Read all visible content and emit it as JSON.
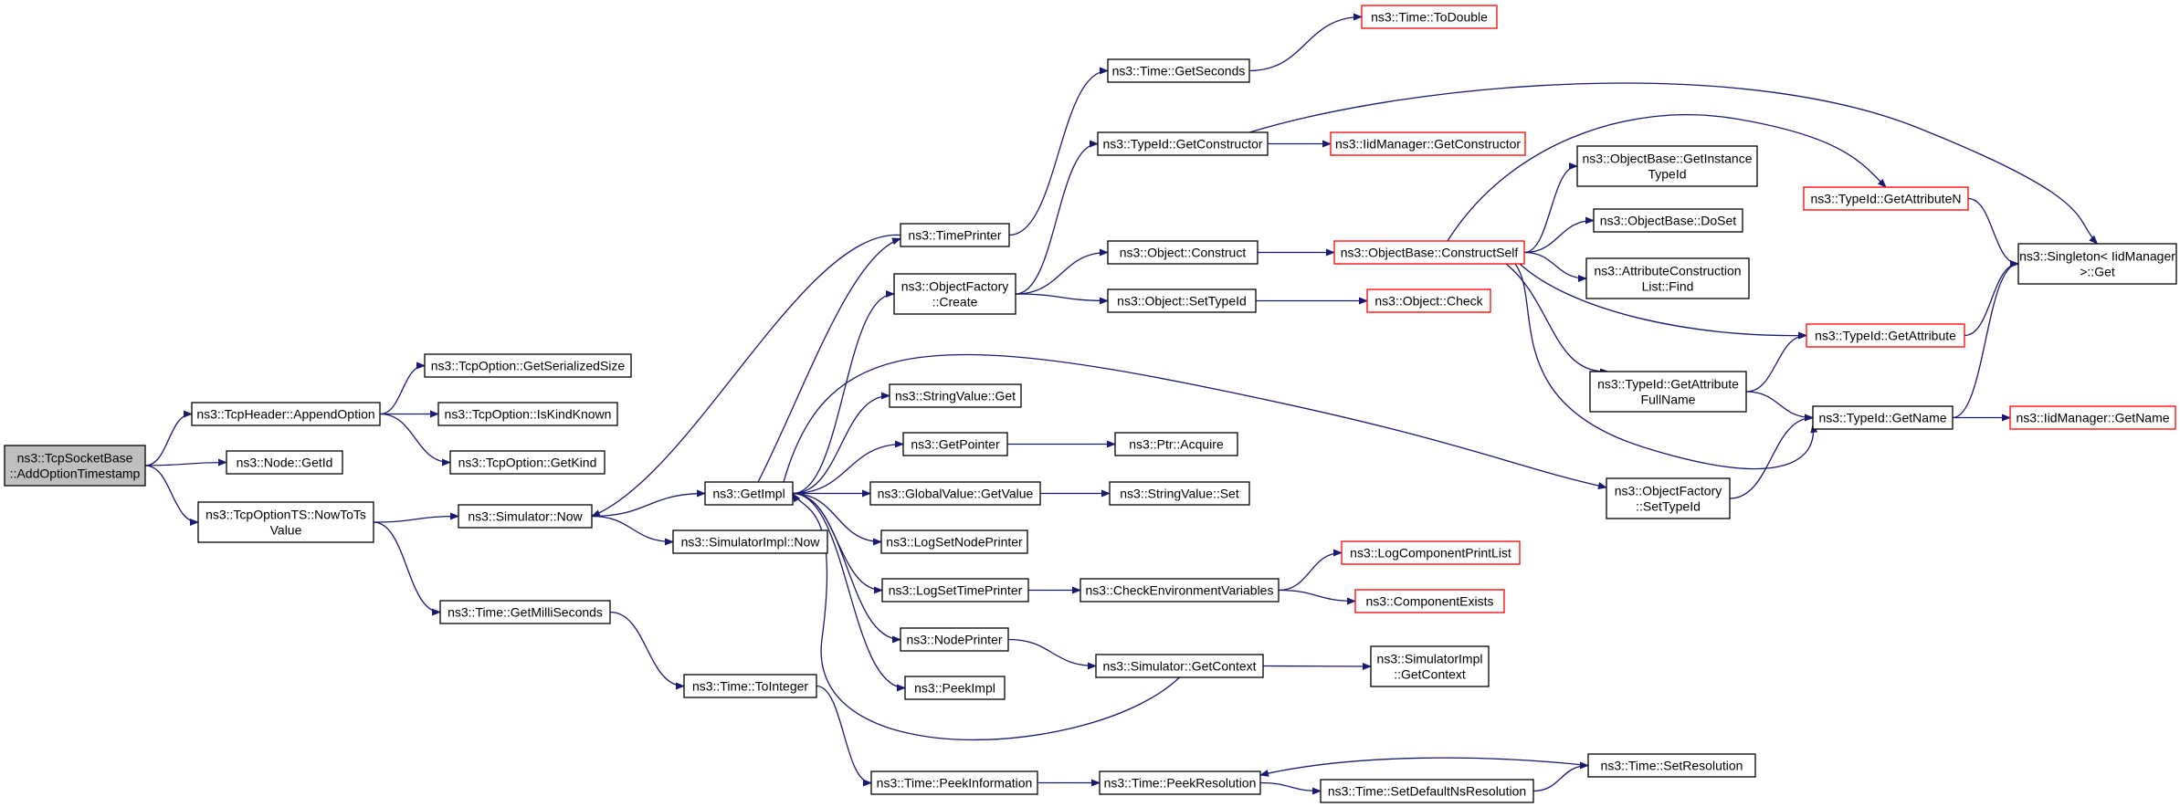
{
  "colors": {
    "edge": "#191970",
    "root_fill": "#bfbfbf",
    "node_border": "#000000",
    "truncated_border": "#ff0000",
    "background": "#ffffff"
  },
  "nodes": [
    {
      "id": "root",
      "lines": [
        "ns3::TcpSocketBase",
        "::AddOptionTimestamp"
      ],
      "style": "root"
    },
    {
      "id": "appendOption",
      "lines": [
        "ns3::TcpHeader::AppendOption"
      ],
      "style": "normal"
    },
    {
      "id": "nodeGetId",
      "lines": [
        "ns3::Node::GetId"
      ],
      "style": "normal"
    },
    {
      "id": "nowToTs",
      "lines": [
        "ns3::TcpOptionTS::NowToTs",
        "Value"
      ],
      "style": "normal"
    },
    {
      "id": "getSerializedSize",
      "lines": [
        "ns3::TcpOption::GetSerializedSize"
      ],
      "style": "normal"
    },
    {
      "id": "isKindKnown",
      "lines": [
        "ns3::TcpOption::IsKindKnown"
      ],
      "style": "normal"
    },
    {
      "id": "getKind",
      "lines": [
        "ns3::TcpOption::GetKind"
      ],
      "style": "normal"
    },
    {
      "id": "simNow",
      "lines": [
        "ns3::Simulator::Now"
      ],
      "style": "normal"
    },
    {
      "id": "getMilliSeconds",
      "lines": [
        "ns3::Time::GetMilliSeconds"
      ],
      "style": "normal"
    },
    {
      "id": "toInteger",
      "lines": [
        "ns3::Time::ToInteger"
      ],
      "style": "normal"
    },
    {
      "id": "getImpl",
      "lines": [
        "ns3::GetImpl"
      ],
      "style": "normal"
    },
    {
      "id": "simImplNow",
      "lines": [
        "ns3::SimulatorImpl::Now"
      ],
      "style": "normal"
    },
    {
      "id": "timePrinter",
      "lines": [
        "ns3::TimePrinter"
      ],
      "style": "normal"
    },
    {
      "id": "objFactoryCreate",
      "lines": [
        "ns3::ObjectFactory",
        "::Create"
      ],
      "style": "normal"
    },
    {
      "id": "stringValueGet",
      "lines": [
        "ns3::StringValue::Get"
      ],
      "style": "normal"
    },
    {
      "id": "getPointer",
      "lines": [
        "ns3::GetPointer"
      ],
      "style": "normal"
    },
    {
      "id": "globalValueGetValue",
      "lines": [
        "ns3::GlobalValue::GetValue"
      ],
      "style": "normal"
    },
    {
      "id": "logSetNodePrinter",
      "lines": [
        "ns3::LogSetNodePrinter"
      ],
      "style": "normal"
    },
    {
      "id": "logSetTimePrinter",
      "lines": [
        "ns3::LogSetTimePrinter"
      ],
      "style": "normal"
    },
    {
      "id": "nodePrinter",
      "lines": [
        "ns3::NodePrinter"
      ],
      "style": "normal"
    },
    {
      "id": "peekImpl",
      "lines": [
        "ns3::PeekImpl"
      ],
      "style": "normal"
    },
    {
      "id": "peekInformation",
      "lines": [
        "ns3::Time::PeekInformation"
      ],
      "style": "normal"
    },
    {
      "id": "getSeconds",
      "lines": [
        "ns3::Time::GetSeconds"
      ],
      "style": "normal"
    },
    {
      "id": "toDouble",
      "lines": [
        "ns3::Time::ToDouble"
      ],
      "style": "truncated"
    },
    {
      "id": "typeIdGetConstructor",
      "lines": [
        "ns3::TypeId::GetConstructor"
      ],
      "style": "normal"
    },
    {
      "id": "iidGetConstructor",
      "lines": [
        "ns3::IidManager::GetConstructor"
      ],
      "style": "truncated"
    },
    {
      "id": "objectConstruct",
      "lines": [
        "ns3::Object::Construct"
      ],
      "style": "normal"
    },
    {
      "id": "objectSetTypeId",
      "lines": [
        "ns3::Object::SetTypeId"
      ],
      "style": "normal"
    },
    {
      "id": "objectCheck",
      "lines": [
        "ns3::Object::Check"
      ],
      "style": "truncated"
    },
    {
      "id": "constructSelf",
      "lines": [
        "ns3::ObjectBase::ConstructSelf"
      ],
      "style": "truncated"
    },
    {
      "id": "ptrAcquire",
      "lines": [
        "ns3::Ptr::Acquire"
      ],
      "style": "normal"
    },
    {
      "id": "stringValueSet",
      "lines": [
        "ns3::StringValue::Set"
      ],
      "style": "normal"
    },
    {
      "id": "checkEnvVars",
      "lines": [
        "ns3::CheckEnvironmentVariables"
      ],
      "style": "normal"
    },
    {
      "id": "simGetContext",
      "lines": [
        "ns3::Simulator::GetContext"
      ],
      "style": "normal"
    },
    {
      "id": "peekResolution",
      "lines": [
        "ns3::Time::PeekResolution"
      ],
      "style": "normal"
    },
    {
      "id": "setDefaultNsResolution",
      "lines": [
        "ns3::Time::SetDefaultNsResolution"
      ],
      "style": "normal"
    },
    {
      "id": "setResolution",
      "lines": [
        "ns3::Time::SetResolution"
      ],
      "style": "normal"
    },
    {
      "id": "logComponentPrintList",
      "lines": [
        "ns3::LogComponentPrintList"
      ],
      "style": "truncated"
    },
    {
      "id": "componentExists",
      "lines": [
        "ns3::ComponentExists"
      ],
      "style": "truncated"
    },
    {
      "id": "simImplGetContext",
      "lines": [
        "ns3::SimulatorImpl",
        "::GetContext"
      ],
      "style": "normal"
    },
    {
      "id": "getInstanceTypeId",
      "lines": [
        "ns3::ObjectBase::GetInstance",
        "TypeId"
      ],
      "style": "normal"
    },
    {
      "id": "doSet",
      "lines": [
        "ns3::ObjectBase::DoSet"
      ],
      "style": "normal"
    },
    {
      "id": "attrConstructionFind",
      "lines": [
        "ns3::AttributeConstruction",
        "List::Find"
      ],
      "style": "normal"
    },
    {
      "id": "getAttributeFullName",
      "lines": [
        "ns3::TypeId::GetAttribute",
        "FullName"
      ],
      "style": "normal"
    },
    {
      "id": "objFactorySetTypeId",
      "lines": [
        "ns3::ObjectFactory",
        "::SetTypeId"
      ],
      "style": "normal"
    },
    {
      "id": "getAttributeN",
      "lines": [
        "ns3::TypeId::GetAttributeN"
      ],
      "style": "truncated"
    },
    {
      "id": "getAttribute",
      "lines": [
        "ns3::TypeId::GetAttribute"
      ],
      "style": "truncated"
    },
    {
      "id": "typeIdGetName",
      "lines": [
        "ns3::TypeId::GetName"
      ],
      "style": "normal"
    },
    {
      "id": "singletonGet",
      "lines": [
        "ns3::Singleton< IidManager",
        " >::Get"
      ],
      "style": "normal"
    },
    {
      "id": "iidGetName",
      "lines": [
        "ns3::IidManager::GetName"
      ],
      "style": "truncated"
    }
  ],
  "edges": [
    [
      "root",
      "appendOption"
    ],
    [
      "root",
      "nodeGetId"
    ],
    [
      "root",
      "nowToTs"
    ],
    [
      "appendOption",
      "getSerializedSize"
    ],
    [
      "appendOption",
      "isKindKnown"
    ],
    [
      "appendOption",
      "getKind"
    ],
    [
      "nowToTs",
      "simNow"
    ],
    [
      "nowToTs",
      "getMilliSeconds"
    ],
    [
      "getMilliSeconds",
      "toInteger"
    ],
    [
      "toInteger",
      "peekInformation"
    ],
    [
      "simNow",
      "getImpl"
    ],
    [
      "simNow",
      "simImplNow"
    ],
    [
      "timePrinter",
      "simNow"
    ],
    [
      "timePrinter",
      "getSeconds"
    ],
    [
      "getImpl",
      "timePrinter"
    ],
    [
      "getImpl",
      "objFactoryCreate"
    ],
    [
      "getImpl",
      "stringValueGet"
    ],
    [
      "getImpl",
      "getPointer"
    ],
    [
      "getImpl",
      "globalValueGetValue"
    ],
    [
      "getImpl",
      "logSetNodePrinter"
    ],
    [
      "getImpl",
      "logSetTimePrinter"
    ],
    [
      "getImpl",
      "nodePrinter"
    ],
    [
      "getImpl",
      "peekImpl"
    ],
    [
      "getImpl",
      "objFactorySetTypeId"
    ],
    [
      "getSeconds",
      "toDouble"
    ],
    [
      "objFactoryCreate",
      "typeIdGetConstructor"
    ],
    [
      "objFactoryCreate",
      "objectConstruct"
    ],
    [
      "objFactoryCreate",
      "objectSetTypeId"
    ],
    [
      "typeIdGetConstructor",
      "iidGetConstructor"
    ],
    [
      "typeIdGetConstructor",
      "singletonGet"
    ],
    [
      "objectConstruct",
      "constructSelf"
    ],
    [
      "objectSetTypeId",
      "objectCheck"
    ],
    [
      "getPointer",
      "ptrAcquire"
    ],
    [
      "globalValueGetValue",
      "stringValueSet"
    ],
    [
      "logSetTimePrinter",
      "checkEnvVars"
    ],
    [
      "checkEnvVars",
      "logComponentPrintList"
    ],
    [
      "checkEnvVars",
      "componentExists"
    ],
    [
      "nodePrinter",
      "simGetContext"
    ],
    [
      "simGetContext",
      "getImpl"
    ],
    [
      "simGetContext",
      "simImplGetContext"
    ],
    [
      "peekInformation",
      "peekResolution"
    ],
    [
      "peekResolution",
      "setDefaultNsResolution"
    ],
    [
      "setDefaultNsResolution",
      "setResolution"
    ],
    [
      "setResolution",
      "peekResolution"
    ],
    [
      "constructSelf",
      "getInstanceTypeId"
    ],
    [
      "constructSelf",
      "doSet"
    ],
    [
      "constructSelf",
      "attrConstructionFind"
    ],
    [
      "constructSelf",
      "getAttributeFullName"
    ],
    [
      "constructSelf",
      "getAttributeN"
    ],
    [
      "constructSelf",
      "getAttribute"
    ],
    [
      "constructSelf",
      "typeIdGetName"
    ],
    [
      "getAttributeFullName",
      "getAttribute"
    ],
    [
      "getAttributeFullName",
      "typeIdGetName"
    ],
    [
      "objFactorySetTypeId",
      "typeIdGetName"
    ],
    [
      "getAttributeN",
      "singletonGet"
    ],
    [
      "getAttribute",
      "singletonGet"
    ],
    [
      "typeIdGetName",
      "singletonGet"
    ],
    [
      "typeIdGetName",
      "iidGetName"
    ]
  ]
}
